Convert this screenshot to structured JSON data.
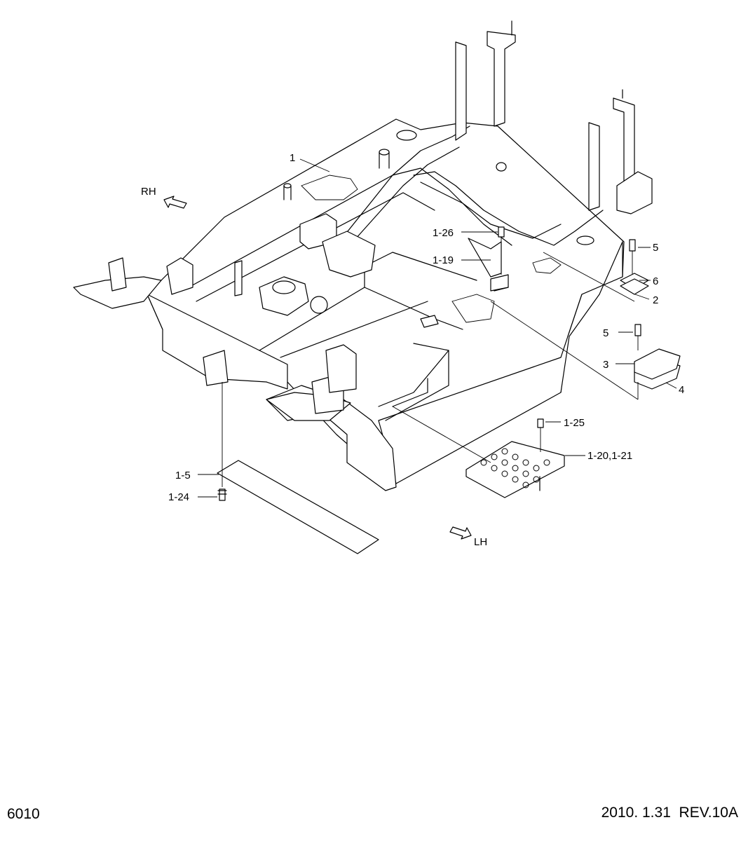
{
  "diagram": {
    "direction_labels": {
      "rh": "RH",
      "lh": "LH"
    },
    "callouts": {
      "c1": "1",
      "c1_26": "1-26",
      "c1_19": "1-19",
      "c5a": "5",
      "c6": "6",
      "c2": "2",
      "c5b": "5",
      "c3": "3",
      "c4": "4",
      "c1_25": "1-25",
      "c1_20_21": "1-20,1-21",
      "c1_5": "1-5",
      "c1_24": "1-24"
    }
  },
  "footer": {
    "page_code": "6010",
    "revision": "2010. 1.31  REV.10A"
  }
}
